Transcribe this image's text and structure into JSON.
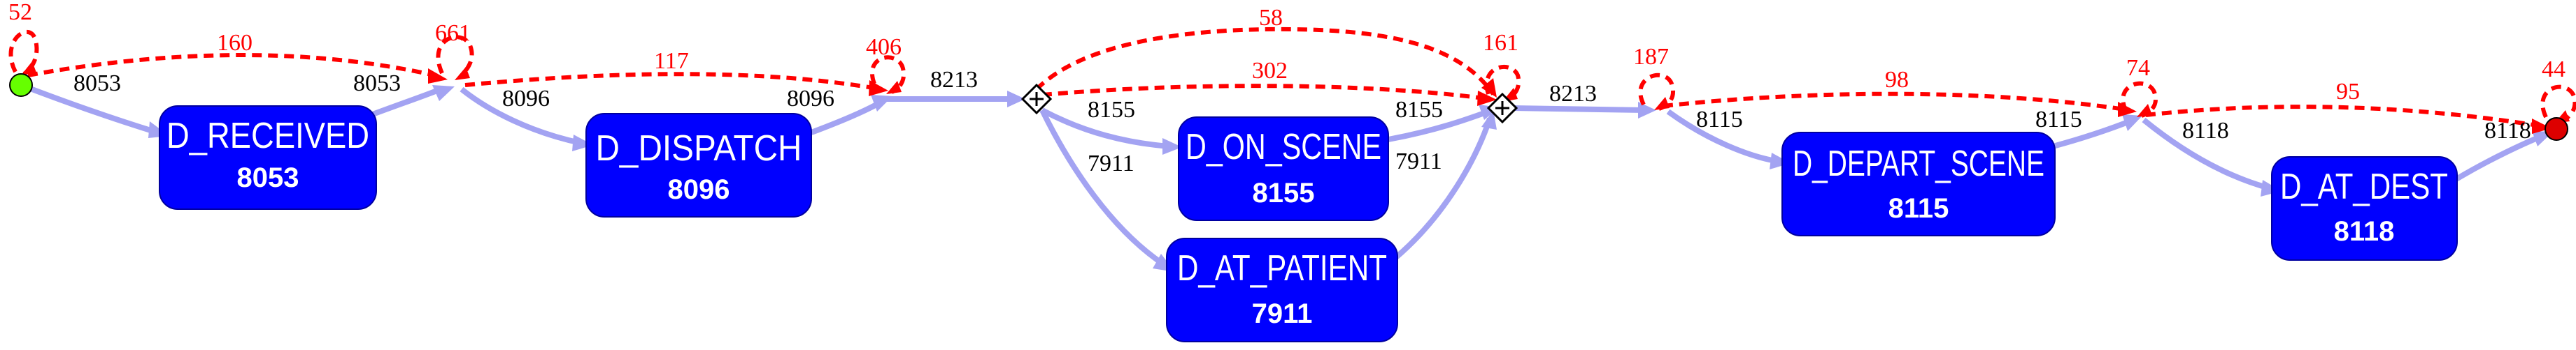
{
  "nodes": {
    "received": {
      "title": "D_RECEIVED",
      "count": "8053"
    },
    "dispatch": {
      "title": "D_DISPATCH",
      "count": "8096"
    },
    "on_scene": {
      "title": "D_ON_SCENE",
      "count": "8155"
    },
    "at_patient": {
      "title": "D_AT_PATIENT",
      "count": "7911"
    },
    "depart": {
      "title": "D_DEPART_SCENE",
      "count": "8115"
    },
    "at_dest": {
      "title": "D_AT_DEST",
      "count": "8118"
    }
  },
  "flow_labels": {
    "start_to_received_out": "8053",
    "received_to_p1_in": "8053",
    "p1_to_dispatch_out": "8096",
    "dispatch_to_p2_in": "8096",
    "p2_to_split": "8213",
    "split_to_on_scene": "8155",
    "on_scene_to_join": "8155",
    "split_to_at_patient": "7911",
    "at_patient_to_join": "7911",
    "join_to_p3": "8213",
    "p3_to_depart_out": "8115",
    "depart_to_p4_in": "8115",
    "p4_to_at_dest_out": "8118",
    "at_dest_to_end_in": "8118"
  },
  "loop_labels": {
    "self_start": "52",
    "self_p1": "661",
    "self_p2": "406",
    "self_join": "161",
    "self_p3": "187",
    "self_p4": "74",
    "self_end": "44",
    "start_to_p1": "160",
    "p1_to_p2": "117",
    "split_to_join_upper": "58",
    "split_to_join_lower": "302",
    "p3_to_p4": "98",
    "p4_to_end": "95"
  },
  "colors": {
    "node_fill": "#0000ff",
    "flow_edge": "#a3a3f2",
    "dashed_edge": "#ff0000",
    "start_marker": "#66ff00",
    "end_marker": "#dd0000"
  },
  "icons": {
    "start": "start-circle-icon",
    "end": "end-circle-icon",
    "gateway": "parallel-gateway-icon"
  }
}
